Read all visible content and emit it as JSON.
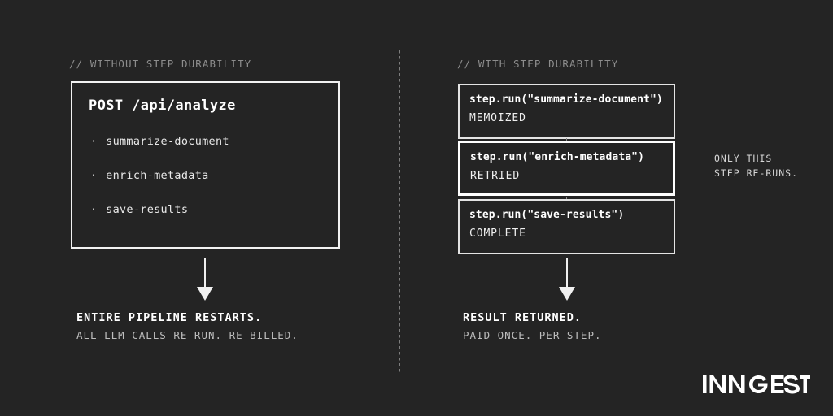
{
  "background_color": "#242424",
  "left_column": {
    "comment": "// WITHOUT STEP DURABILITY",
    "card": {
      "title": "POST /api/analyze",
      "items": [
        {
          "bullet": "·",
          "label": "summarize-document"
        },
        {
          "bullet": "·",
          "label": "enrich-metadata"
        },
        {
          "bullet": "·",
          "label": "save-results"
        }
      ]
    },
    "arrow": "down-arrow",
    "caption": {
      "headline": "ENTIRE PIPELINE RESTARTS.",
      "subline": "ALL LLM CALLS RE-RUN. RE-BILLED."
    }
  },
  "right_column": {
    "comment": "// WITH STEP DURABILITY",
    "steps": [
      {
        "call": "step.run(\"summarize-document\")",
        "status": "MEMOIZED",
        "highlighted": false
      },
      {
        "call": "step.run(\"enrich-metadata\")",
        "status": "RETRIED",
        "highlighted": true
      },
      {
        "call": "step.run(\"save-results\")",
        "status": "COMPLETE",
        "highlighted": false
      }
    ],
    "callout": {
      "line_1": "ONLY THIS",
      "line_2": "STEP RE-RUNS."
    },
    "arrow": "down-arrow",
    "caption": {
      "headline": "RESULT RETURNED.",
      "subline": "PAID ONCE. PER STEP."
    }
  },
  "logo": {
    "text": "INNGEST",
    "color": "#ffffff"
  }
}
